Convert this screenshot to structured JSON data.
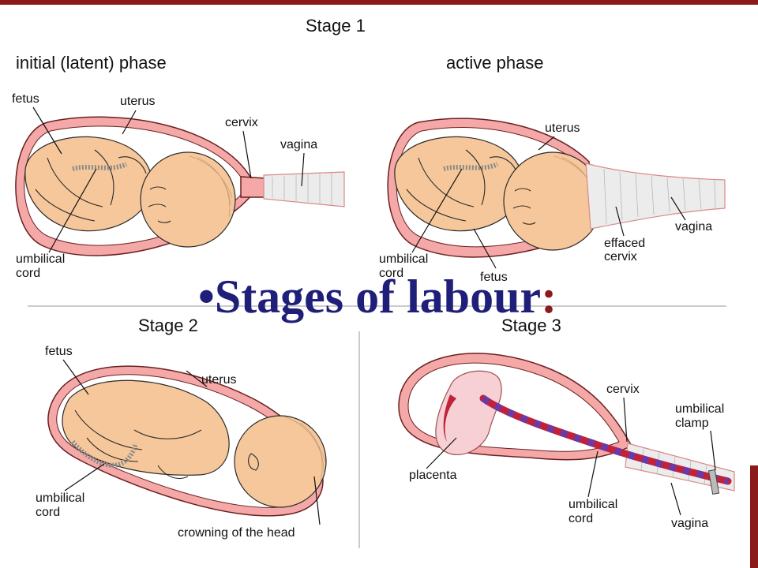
{
  "colors": {
    "accent_bar": "#8b1a1a",
    "title": "#1f1f7a",
    "title_colon": "#8b1a1a",
    "uterus": "#f4a9a8",
    "fetus": "#f6c79a"
  },
  "title": {
    "bullet": "•",
    "text": "Stages of labour",
    "colon": ":"
  },
  "stage1": {
    "heading": "Stage 1",
    "latent": {
      "heading": "initial (latent) phase",
      "fetus": "fetus",
      "uterus": "uterus",
      "cervix": "cervix",
      "vagina": "vagina",
      "cord_line1": "umbilical",
      "cord_line2": "cord"
    },
    "active": {
      "heading": "active phase",
      "uterus": "uterus",
      "vagina": "vagina",
      "effaced_line1": "effaced",
      "effaced_line2": "cervix",
      "cord_line1": "umbilical",
      "cord_line2": "cord",
      "fetus": "fetus"
    }
  },
  "stage2": {
    "heading": "Stage 2",
    "fetus": "fetus",
    "uterus": "uterus",
    "cord_line1": "umbilical",
    "cord_line2": "cord",
    "crowning": "crowning of the head"
  },
  "stage3": {
    "heading": "Stage 3",
    "cervix": "cervix",
    "clamp_line1": "umbilical",
    "clamp_line2": "clamp",
    "placenta": "placenta",
    "cord_line1": "umbilical",
    "cord_line2": "cord",
    "vagina": "vagina"
  }
}
